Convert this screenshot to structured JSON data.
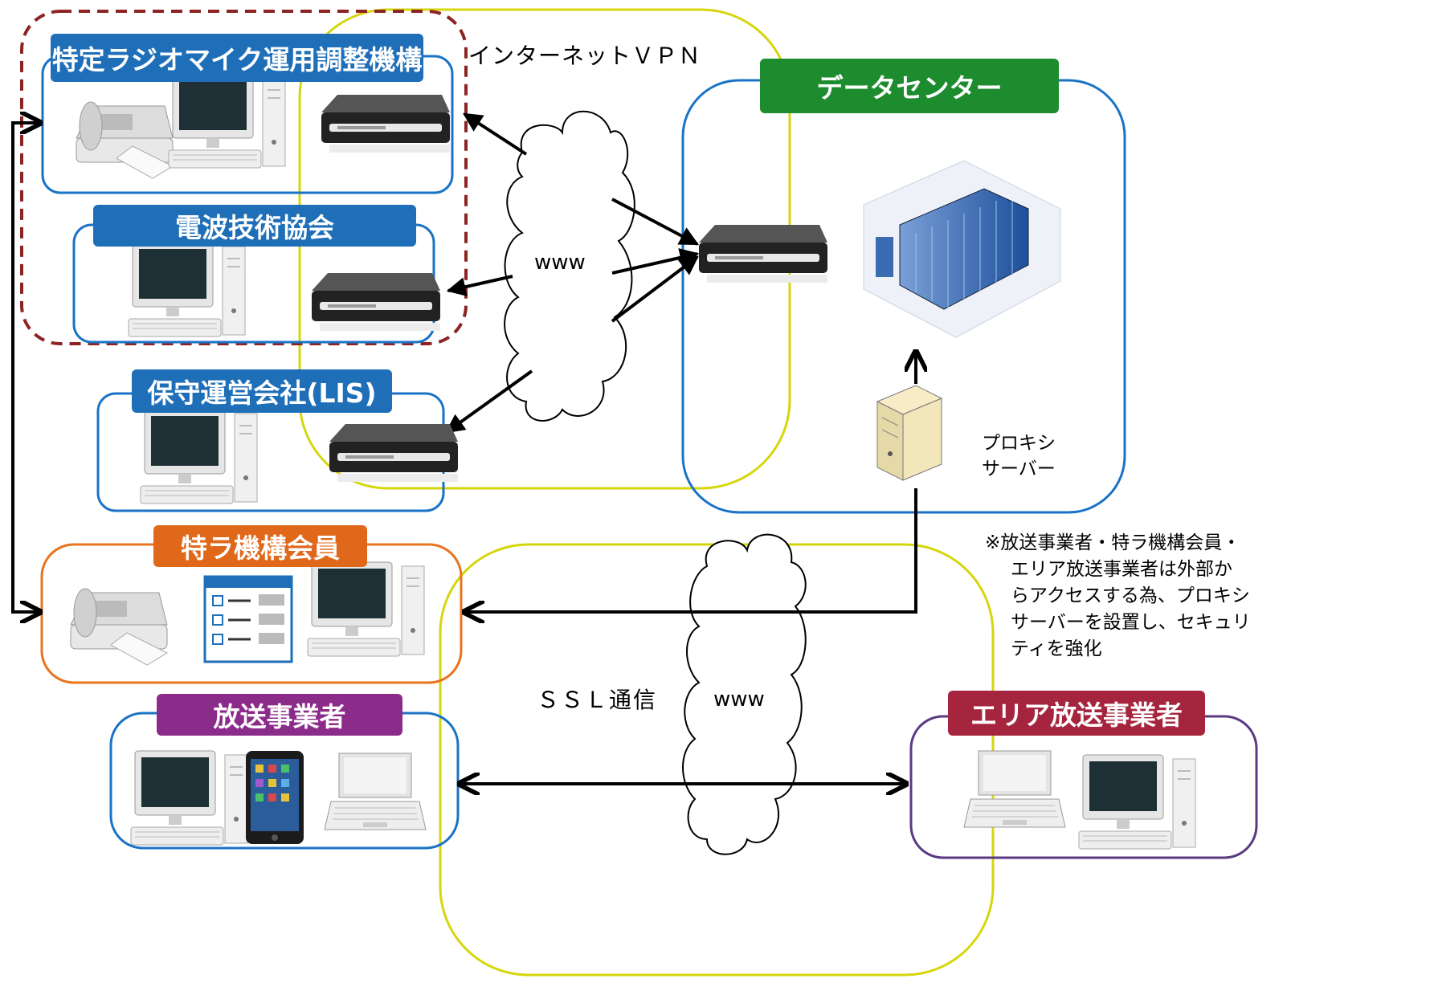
{
  "colors": {
    "blue_tab": "#1f6fb8",
    "blue_border": "#1a73c6",
    "green_tab": "#1d8c2e",
    "orange_tab": "#e0681a",
    "orange_border": "#e8741e",
    "purple_tab": "#8b2b8a",
    "crimson_tab": "#a5253e",
    "dark_purple_border": "#5a3a82",
    "dashed_red": "#8c2424",
    "yellow": "#d6d60c"
  },
  "labels": {
    "vpn": "インターネットＶＰＮ",
    "ssl": "ＳＳＬ通信",
    "www_top": "www",
    "www_bottom": "www",
    "proxy_line1": "プロキシ",
    "proxy_line2": "サーバー",
    "note_lines": [
      "※放送事業者・特ラ機構会員・",
      "エリア放送事業者は外部か",
      "らアクセスする為、プロキシ",
      "サーバーを設置し、セキュリ",
      "ティを強化"
    ]
  },
  "groups": {
    "tokutei": "特定ラジオマイク運用調整機構",
    "denpa": "電波技術協会",
    "hoshu": "保守運営会社(LIS)",
    "datacenter": "データセンター",
    "member": "特ラ機構会員",
    "broadcaster": "放送事業者",
    "area": "エリア放送事業者"
  },
  "icons": [
    "fax-icon",
    "desktop-pc-icon",
    "router-icon",
    "server-rack-icon",
    "proxy-server-icon",
    "web-form-icon",
    "tablet-icon",
    "laptop-icon",
    "cloud-icon"
  ]
}
